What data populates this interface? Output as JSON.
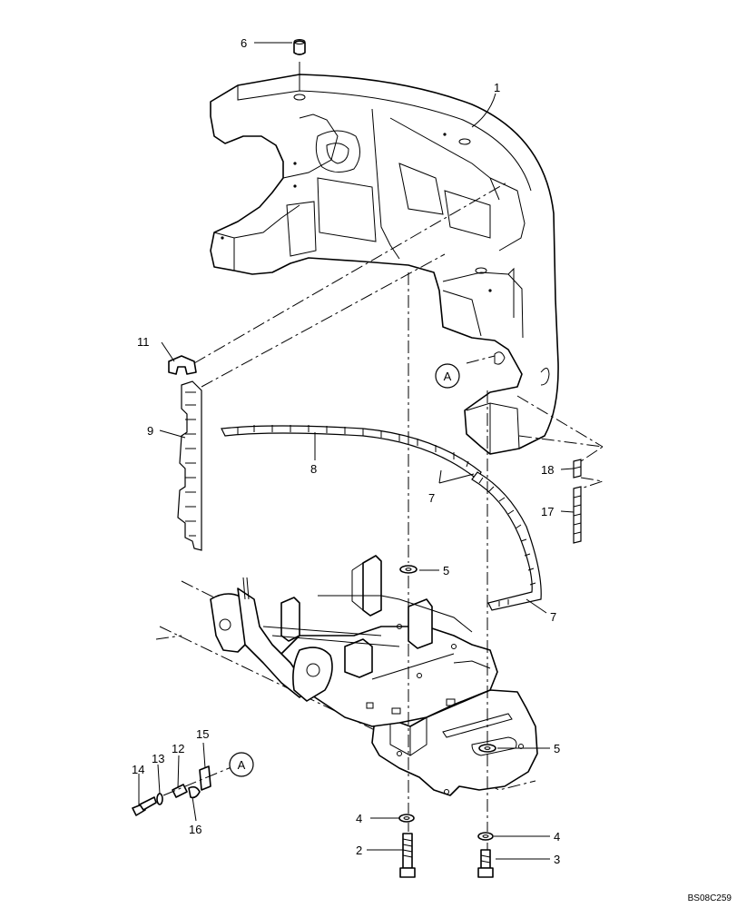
{
  "drawing_code": "BS08C259",
  "detail_marker": "A",
  "callouts": {
    "c1": "1",
    "c2": "2",
    "c3": "3",
    "c4a": "4",
    "c4b": "4",
    "c5a": "5",
    "c5b": "5",
    "c6": "6",
    "c7a": "7",
    "c7b": "7",
    "c8": "8",
    "c9": "9",
    "c11": "11",
    "c12": "12",
    "c13": "13",
    "c14": "14",
    "c15": "15",
    "c16": "16",
    "c17": "17",
    "c18": "18"
  }
}
